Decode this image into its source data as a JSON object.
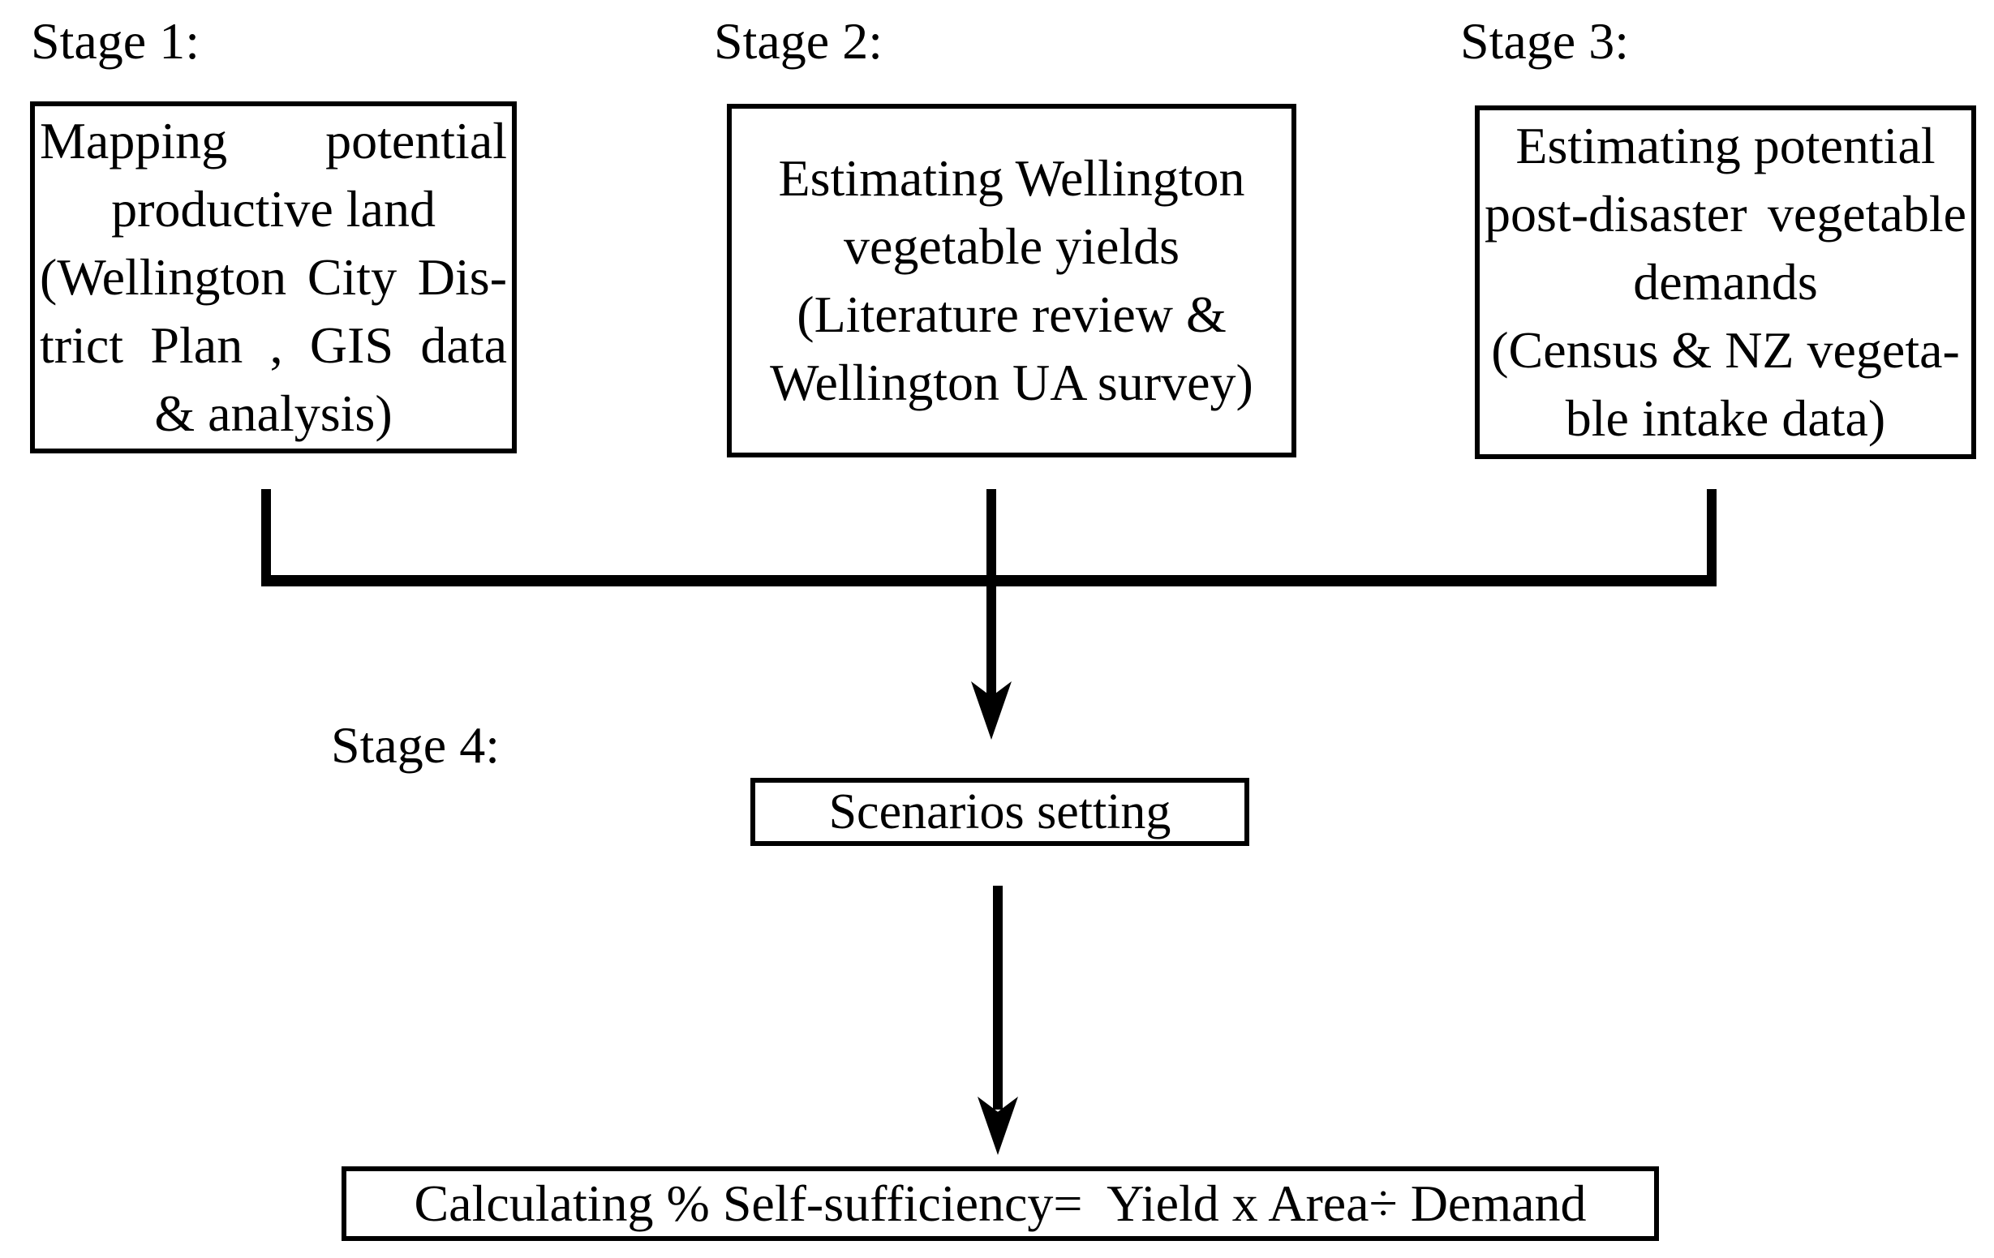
{
  "figure": {
    "background": "#ffffff",
    "ink": "#000000",
    "description": "Four-stage research method flowchart"
  },
  "labels": {
    "stage1": "Stage 1:",
    "stage2": "Stage 2:",
    "stage3": "Stage 3:",
    "stage4": "Stage 4:"
  },
  "stage1_box": {
    "lines": [
      "Mapping potential",
      "productive land",
      "(Wellington City Dis-",
      "trict Plan , GIS data",
      "& analysis)"
    ]
  },
  "stage2_box": {
    "lines": [
      "Estimating Wellington",
      "vegetable yields",
      "(Literature review &",
      "Wellington UA survey)"
    ]
  },
  "stage3_box": {
    "lines": [
      "Estimating potential",
      "post-disaster vegetable",
      "demands",
      "(Census & NZ vegeta-",
      "ble intake data)"
    ]
  },
  "stage4_box": {
    "label": "Scenarios setting"
  },
  "final_box": {
    "label": "Calculating % Self-sufficiency=  Yield x Area÷ Demand"
  }
}
